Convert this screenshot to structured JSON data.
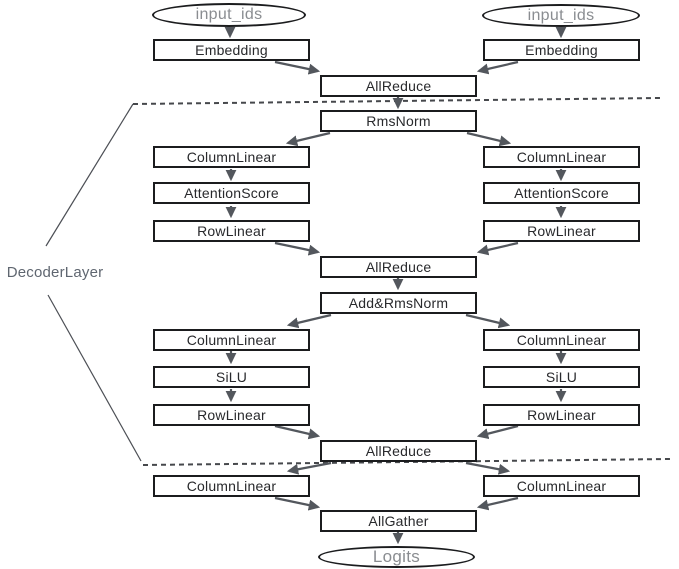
{
  "diagram": {
    "decoder_layer_label": "DecoderLayer",
    "nodes": {
      "input_ids_left": "input_ids",
      "input_ids_right": "input_ids",
      "embedding_left": "Embedding",
      "embedding_right": "Embedding",
      "allreduce_embed": "AllReduce",
      "rmsnorm": "RmsNorm",
      "column_linear_attn_left": "ColumnLinear",
      "column_linear_attn_right": "ColumnLinear",
      "attention_score_left": "AttentionScore",
      "attention_score_right": "AttentionScore",
      "row_linear_attn_left": "RowLinear",
      "row_linear_attn_right": "RowLinear",
      "allreduce_attn": "AllReduce",
      "add_rmsnorm": "Add&RmsNorm",
      "column_linear_mlp_left": "ColumnLinear",
      "column_linear_mlp_right": "ColumnLinear",
      "silu_left": "SiLU",
      "silu_right": "SiLU",
      "row_linear_mlp_left": "RowLinear",
      "row_linear_mlp_right": "RowLinear",
      "allreduce_mlp": "AllReduce",
      "column_linear_head_left": "ColumnLinear",
      "column_linear_head_right": "ColumnLinear",
      "allgather": "AllGather",
      "logits": "Logits"
    },
    "colors": {
      "box_border": "#1b1c1e",
      "box_text": "#28292c",
      "terminal_text": "#8a8d91",
      "arrow": "#53575d",
      "dashed_boundary": "#46484c",
      "brace_line": "#4c4f55",
      "brace_text": "#5f6670"
    }
  }
}
